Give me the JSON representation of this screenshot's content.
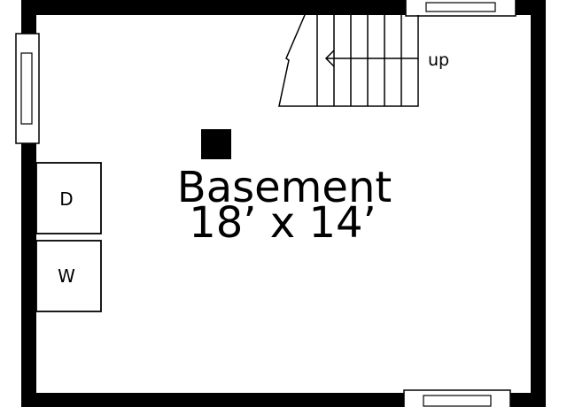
{
  "room": {
    "name": "Basement",
    "dimensions": "18’ x 14’"
  },
  "stairs": {
    "direction_label": "up"
  },
  "appliances": {
    "dryer_label": "D",
    "washer_label": "W"
  },
  "colors": {
    "wall": "#000000",
    "floor": "#ffffff",
    "line": "#000000"
  }
}
